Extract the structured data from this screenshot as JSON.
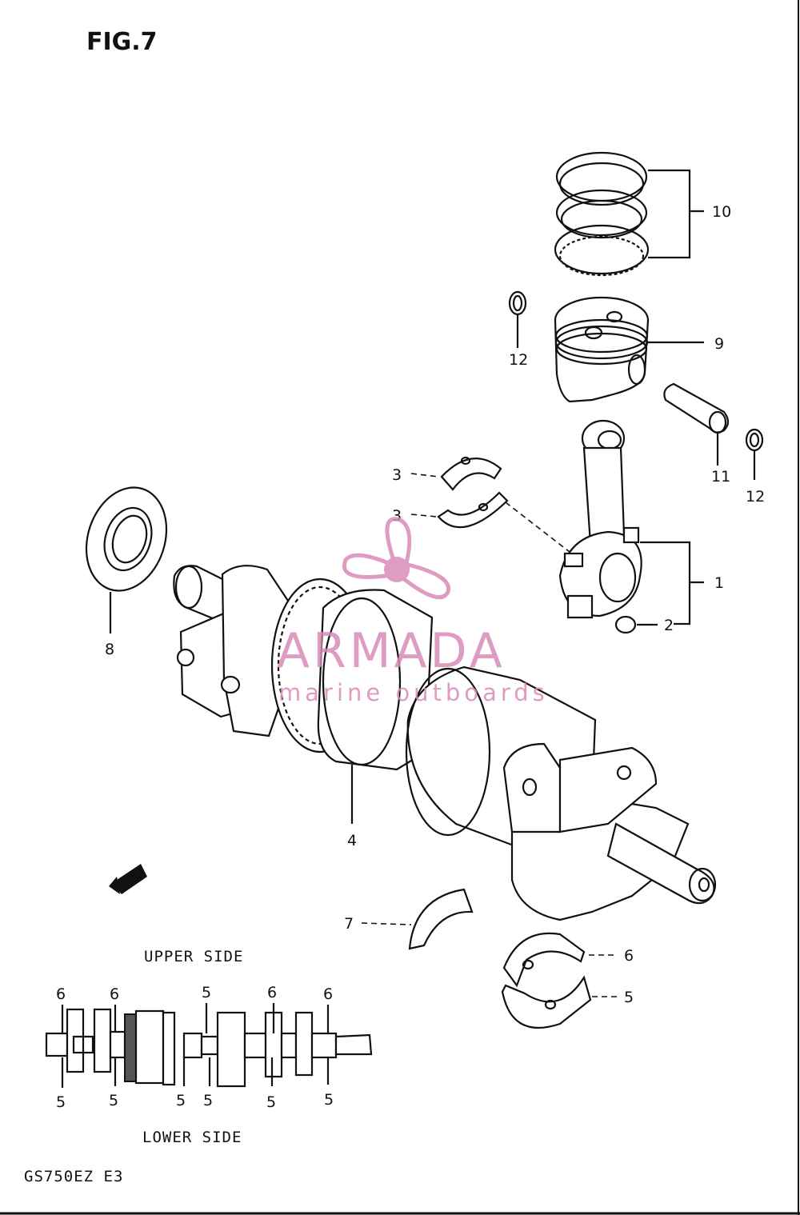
{
  "figure": {
    "title": "FIG.7",
    "model_code": "GS750EZ E3"
  },
  "callouts": {
    "rings": "10",
    "piston": "9",
    "circlip_left": "12",
    "piston_pin": "11",
    "circlip_right": "12",
    "bearing_upper": "3",
    "bearing_lower": "3",
    "conrod": "1",
    "nut": "2",
    "oil_seal": "8",
    "crankshaft": "4",
    "thrust_washer": "7",
    "main_bearing_upper": "6",
    "main_bearing_lower": "5"
  },
  "inset": {
    "upper_label": "UPPER SIDE",
    "lower_label": "LOWER SIDE",
    "top_numbers": [
      "6",
      "6",
      "5",
      "6",
      "6"
    ],
    "bottom_numbers": [
      "5",
      "5",
      "5",
      "5",
      "5",
      "5"
    ]
  },
  "watermark": {
    "brand": "ARMADA",
    "tagline": "marine outboards",
    "color": "#d98bb8"
  },
  "icons": {
    "front_arrow": "front-direction-arrow-icon",
    "logo": "propeller-logo-icon"
  }
}
